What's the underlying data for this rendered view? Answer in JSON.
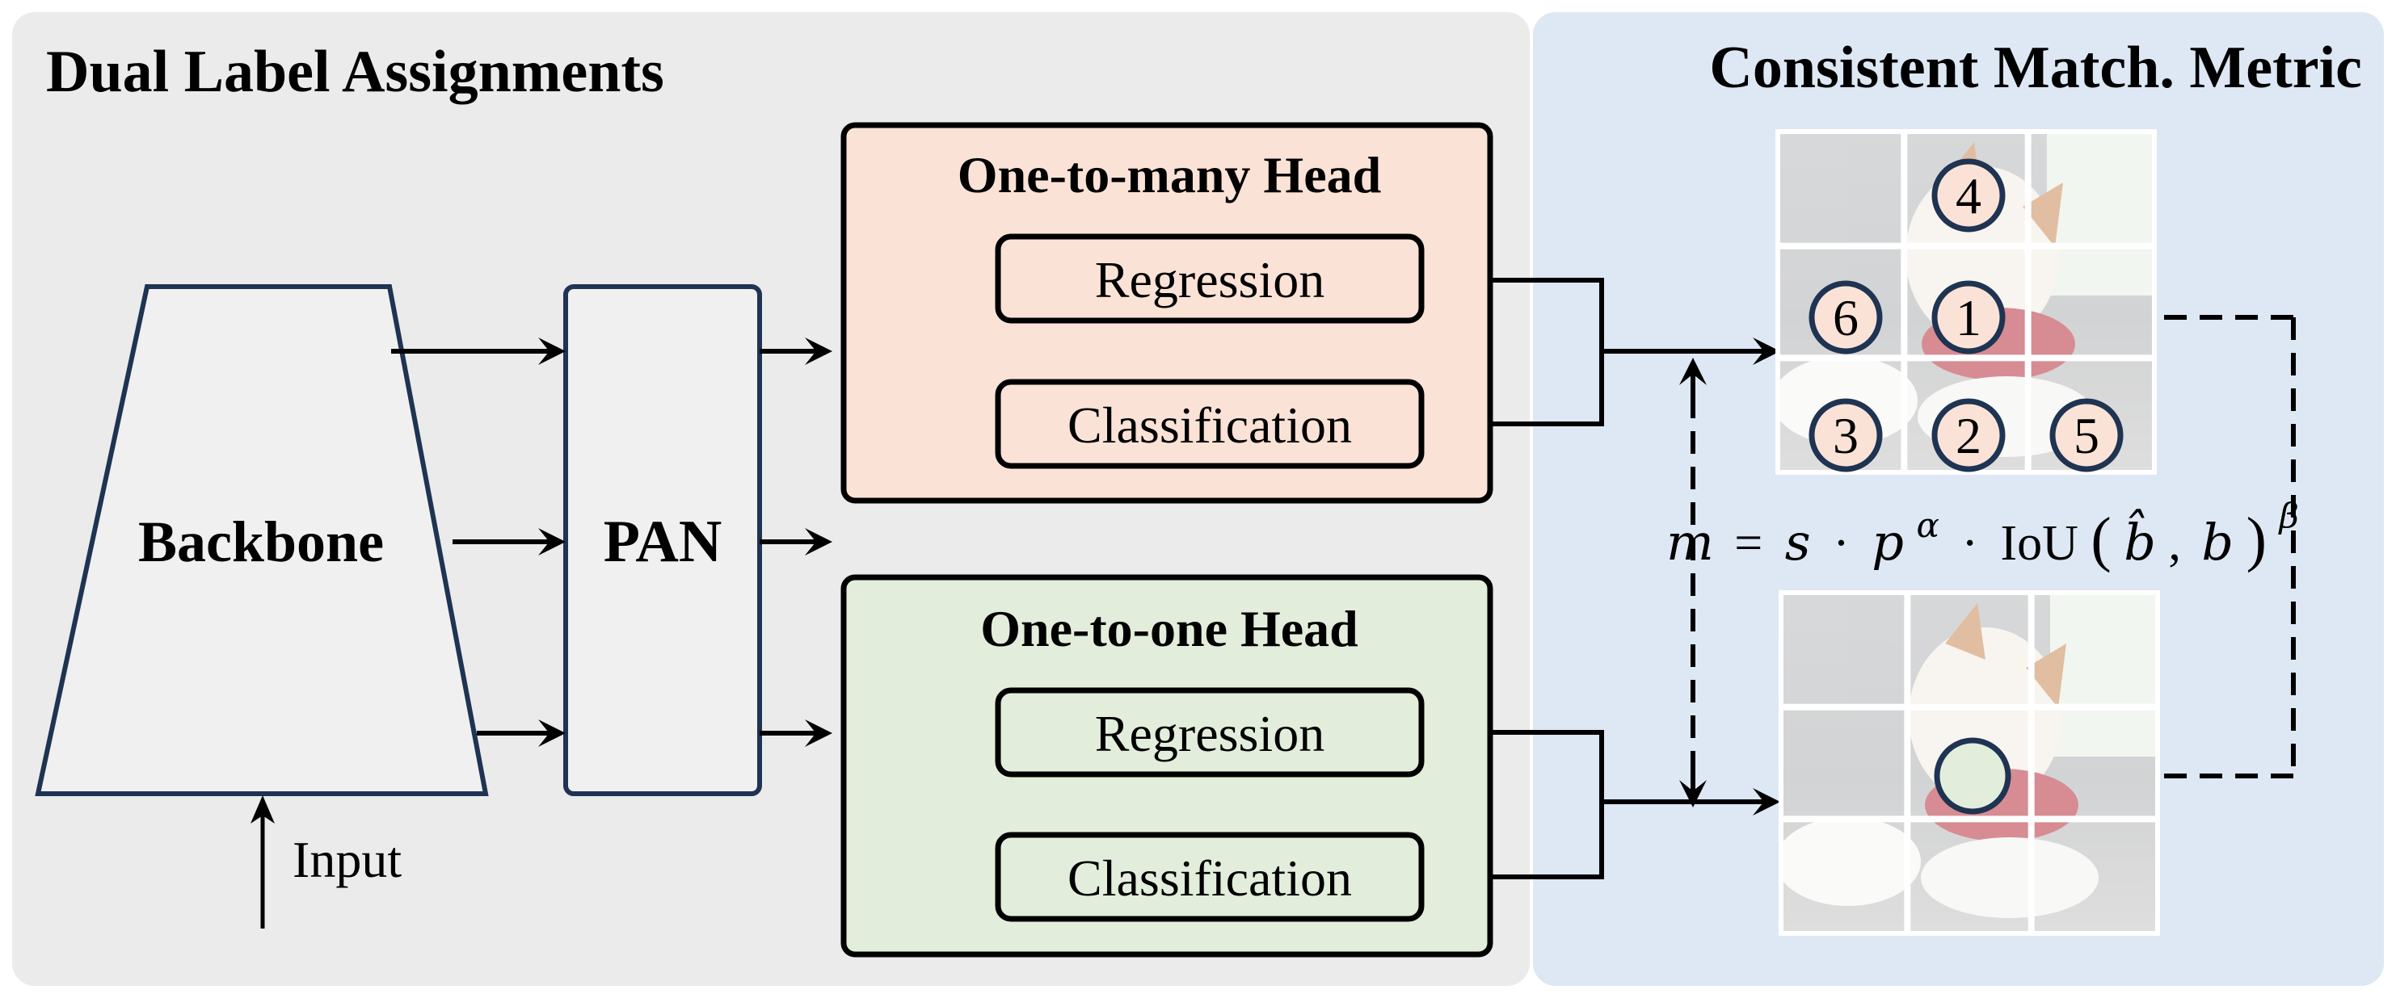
{
  "left_panel": {
    "title": "Dual Label Assignments",
    "backbone_label": "Backbone",
    "input_label": "Input",
    "pan_label": "PAN",
    "one_to_many": {
      "title": "One-to-many Head",
      "regression": "Regression",
      "classification": "Classification"
    },
    "one_to_one": {
      "title": "One-to-one Head",
      "regression": "Regression",
      "classification": "Classification"
    }
  },
  "right_panel": {
    "title": "Consistent Match. Metric",
    "ranked_anchors": [
      "4",
      "6",
      "1",
      "3",
      "2",
      "5"
    ],
    "formula": {
      "lhs": "m",
      "eq": "=",
      "s": "s",
      "dot1": "·",
      "p": "p",
      "alpha": "α",
      "dot2": "·",
      "iou": "IoU",
      "open": "(",
      "bhat": "b̂",
      "comma": ",",
      "b": "b",
      "close": ")",
      "beta": "β"
    }
  },
  "colors": {
    "left_bg": "#ebebeb",
    "right_bg": "#dde8f4",
    "one_to_many_fill": "#fae3d6",
    "one_to_one_fill": "#e2eedb",
    "backbone_stroke": "#1f3352",
    "circle_fill_rank": "#fae3d6",
    "circle_fill_selected": "#e2eedb"
  }
}
